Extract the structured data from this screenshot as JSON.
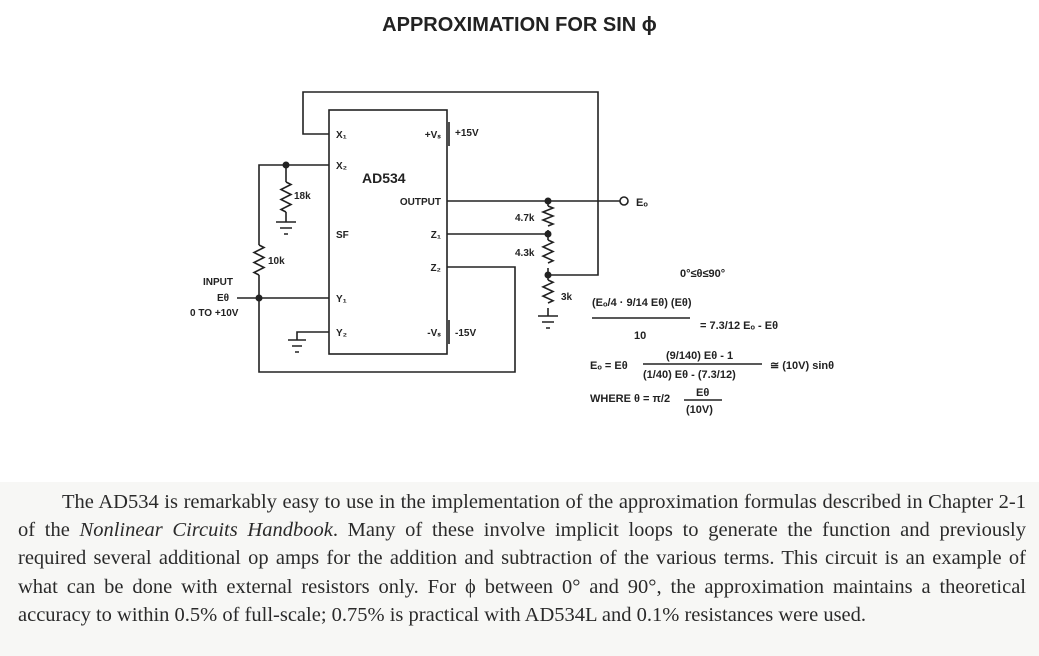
{
  "title": "APPROXIMATION FOR SIN ϕ",
  "circuit": {
    "chip": "AD534",
    "pins_left": [
      "X₁",
      "X₂",
      "SF",
      "Y₁",
      "Y₂"
    ],
    "pins_right": [
      "+Vₛ",
      "OUTPUT",
      "Z₁",
      "Z₂",
      "-Vₛ"
    ],
    "supply_pos": "+15V",
    "supply_neg": "-15V",
    "resistors": [
      "18k",
      "10k",
      "4.7k",
      "4.3k",
      "3k"
    ],
    "input_label": "INPUT",
    "input_signal": "Eθ",
    "input_range": "0 TO +10V",
    "output_label": "Eₒ"
  },
  "equations": {
    "range": "0°≤θ≤90°",
    "eq1_num": "(Eₒ/4 · 9/14 Eθ) (Eθ)",
    "eq1_den": "10",
    "eq1_rhs": "= 7.3/12 Eₒ - Eθ",
    "eq2_lhs": "Eₒ = Eθ",
    "eq2_num": "(9/140) Eθ - 1",
    "eq2_den": "(1/40) Eθ - (7.3/12)",
    "eq2_rhs": "≅ (10V) sinθ",
    "eq3_lhs": "WHERE θ = π/2",
    "eq3_num": "Eθ",
    "eq3_den": "(10V)"
  },
  "paragraph": {
    "part1": "The AD534 is remarkably easy to use in the implementation of the approximation formulas described in Chapter 2-1 of the ",
    "book": "Nonlinear Circuits Handbook",
    "part2": ". Many of these involve implicit loops to generate the function and previously required several additional op amps for the addition and subtraction of the various terms. This circuit is an example of what can be done with external resistors only. For ϕ between 0° and 90°, the approximation maintains a theoretical accuracy to within 0.5% of full-scale; 0.75% is practical with AD534L and 0.1% resistances were used."
  }
}
